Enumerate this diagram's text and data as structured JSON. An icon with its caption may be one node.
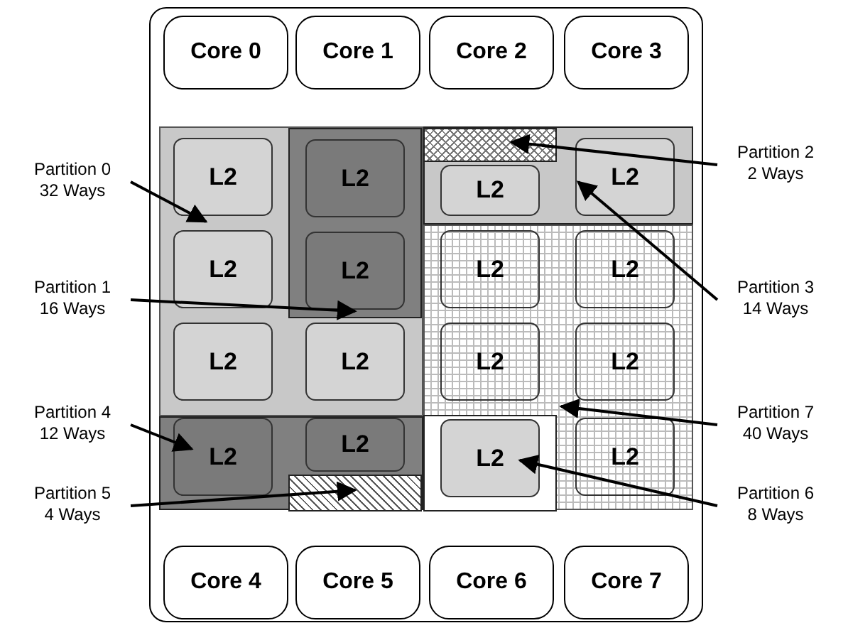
{
  "diagram": {
    "nodes": [
      {
        "text": [],
        "shape": "box"
      },
      {
        "text": [
          "Core 0"
        ],
        "in": 0
      },
      {
        "text": [
          "Core 1"
        ],
        "in": 0
      },
      {
        "text": [
          "Core 2"
        ],
        "in": 0
      },
      {
        "text": [
          "Core 3"
        ],
        "in": 0
      },
      {
        "text": [],
        "shape": "box",
        "in": 0
      },
      {
        "text": [],
        "shape": "box",
        "in": 5
      },
      {
        "text": [],
        "shape": "box",
        "in": 0
      },
      {
        "text": [],
        "shape": "box",
        "in": 7
      },
      {
        "text": [],
        "shape": "box",
        "in": 0
      },
      {
        "text": [],
        "shape": "box",
        "in": 9
      },
      {
        "text": [],
        "shape": "box",
        "in": 0
      },
      {
        "text": [],
        "shape": "box",
        "in": 11
      },
      {
        "text": [
          "L2"
        ],
        "in": 5
      },
      {
        "text": [
          "L2"
        ],
        "in": 6
      },
      {
        "text": [
          "L2"
        ],
        "in": 7
      },
      {
        "text": [
          "L2"
        ],
        "in": 7
      },
      {
        "text": [
          "L2"
        ],
        "in": 5
      },
      {
        "text": [
          "L2"
        ],
        "in": 6
      },
      {
        "text": [
          "L2"
        ],
        "in": 9
      },
      {
        "text": [
          "L2"
        ],
        "in": 9
      },
      {
        "text": [
          "L2"
        ],
        "in": 5
      },
      {
        "text": [
          "L2"
        ],
        "in": 5
      },
      {
        "text": [
          "L2"
        ],
        "in": 9
      },
      {
        "text": [
          "L2"
        ],
        "in": 9
      },
      {
        "text": [
          "L2"
        ],
        "in": 11
      },
      {
        "text": [
          "L2"
        ],
        "in": 11
      },
      {
        "text": [
          "L2"
        ],
        "in": 10
      },
      {
        "text": [
          "L2"
        ],
        "in": 9
      },
      {
        "text": [
          "Core 4"
        ],
        "in": 0
      },
      {
        "text": [
          "Core 5"
        ],
        "in": 0
      },
      {
        "text": [
          "Core 6"
        ],
        "in": 0
      },
      {
        "text": [
          "Core 7"
        ],
        "in": 0
      },
      {
        "text": [
          "Partition 0",
          "32 Ways"
        ]
      },
      {
        "text": [
          "Partition 1",
          "16 Ways"
        ]
      },
      {
        "text": [
          "Partition 4",
          "12 Ways"
        ]
      },
      {
        "text": [
          "Partition 5",
          "4 Ways"
        ]
      },
      {
        "text": [
          "Partition 2",
          "2 Ways"
        ]
      },
      {
        "text": [
          "Partition 3",
          "14 Ways"
        ]
      },
      {
        "text": [
          "Partition 7",
          "40 Ways"
        ]
      },
      {
        "text": [
          "Partition 6",
          "8 Ways"
        ]
      }
    ],
    "edges": [
      {
        "from": 33,
        "to": 5,
        "arrow": "to"
      },
      {
        "from": 34,
        "to": 6,
        "arrow": "to"
      },
      {
        "from": 35,
        "to": 11,
        "arrow": "to"
      },
      {
        "from": 36,
        "to": 12,
        "arrow": "to"
      },
      {
        "from": 37,
        "to": 8,
        "arrow": "to"
      },
      {
        "from": 38,
        "to": 7,
        "arrow": "to"
      },
      {
        "from": 39,
        "to": 9,
        "arrow": "to"
      },
      {
        "from": 40,
        "to": 10,
        "arrow": "to"
      }
    ]
  }
}
